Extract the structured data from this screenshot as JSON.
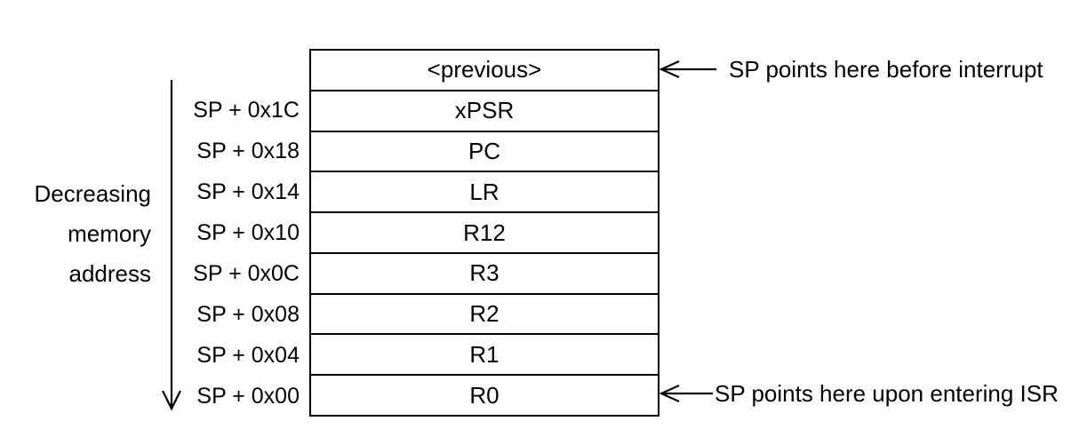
{
  "diagram": {
    "left_caption": {
      "lines": [
        "Decreasing",
        "memory",
        "address"
      ]
    },
    "stack": {
      "rows": [
        {
          "address": "",
          "value": "<previous>"
        },
        {
          "address": "SP + 0x1C",
          "value": "xPSR"
        },
        {
          "address": "SP + 0x18",
          "value": "PC"
        },
        {
          "address": "SP + 0x14",
          "value": "LR"
        },
        {
          "address": "SP + 0x10",
          "value": "R12"
        },
        {
          "address": "SP + 0x0C",
          "value": "R3"
        },
        {
          "address": "SP + 0x08",
          "value": "R2"
        },
        {
          "address": "SP + 0x04",
          "value": "R1"
        },
        {
          "address": "SP + 0x00",
          "value": "R0"
        }
      ]
    },
    "annotations": {
      "before_interrupt": "SP points here before interrupt",
      "entering_isr": "SP points here upon entering ISR"
    },
    "colors": {
      "line": "#000000",
      "text": "#000000",
      "background": "#ffffff"
    }
  }
}
